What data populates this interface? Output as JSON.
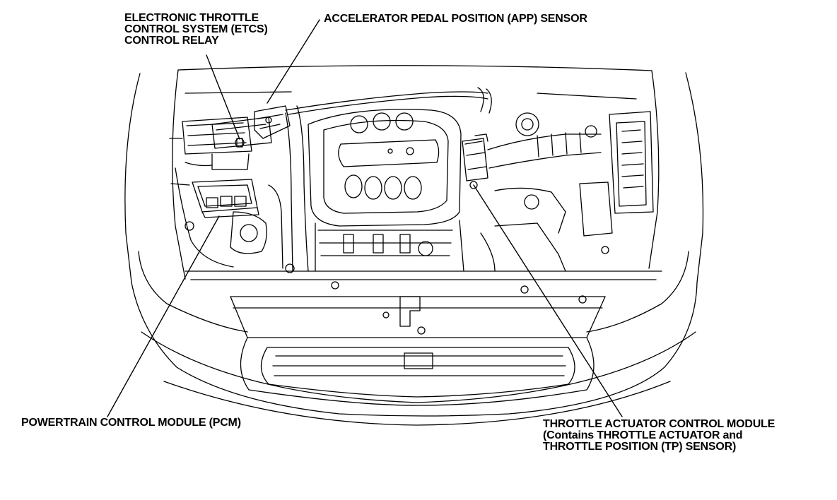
{
  "figure": {
    "callouts": {
      "etcs_relay": {
        "lines": [
          "ELECTRONIC THROTTLE",
          "CONTROL SYSTEM (ETCS)",
          "CONTROL RELAY"
        ]
      },
      "app_sensor": {
        "lines": [
          "ACCELERATOR PEDAL POSITION (APP) SENSOR"
        ]
      },
      "pcm": {
        "lines": [
          "POWERTRAIN CONTROL MODULE (PCM)"
        ]
      },
      "throttle_actuator": {
        "lines": [
          "THROTTLE ACTUATOR CONTROL MODULE",
          "(Contains THROTTLE ACTUATOR and",
          "THROTTLE POSITION (TP) SENSOR)"
        ]
      }
    }
  },
  "style": {
    "ink": "#000000",
    "paper": "#ffffff"
  }
}
